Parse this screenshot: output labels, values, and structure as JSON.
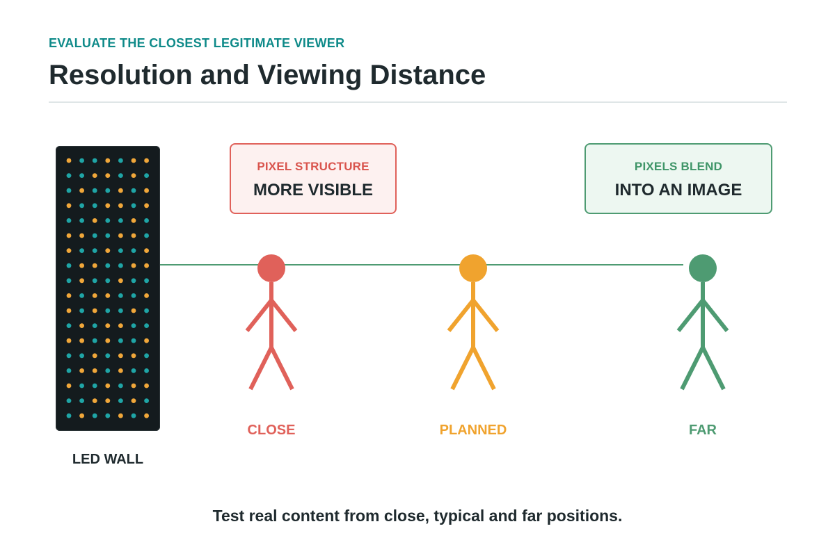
{
  "header": {
    "eyebrow": "EVALUATE THE CLOSEST LEGITIMATE VIEWER",
    "title": "Resolution and Viewing Distance"
  },
  "wall": {
    "label": "LED WALL",
    "pixel_colors": [
      "#1fa5a6",
      "#f0a73a"
    ]
  },
  "callouts": {
    "close": {
      "kicker": "PIXEL STRUCTURE",
      "headline": "MORE VISIBLE"
    },
    "far": {
      "kicker": "PIXELS BLEND",
      "headline": "INTO AN IMAGE"
    }
  },
  "viewers": [
    {
      "label": "CLOSE",
      "color": "#e0615a"
    },
    {
      "label": "PLANNED",
      "color": "#f0a32e"
    },
    {
      "label": "FAR",
      "color": "#4e9b72"
    }
  ],
  "footer": "Test real content from close, typical and far positions."
}
